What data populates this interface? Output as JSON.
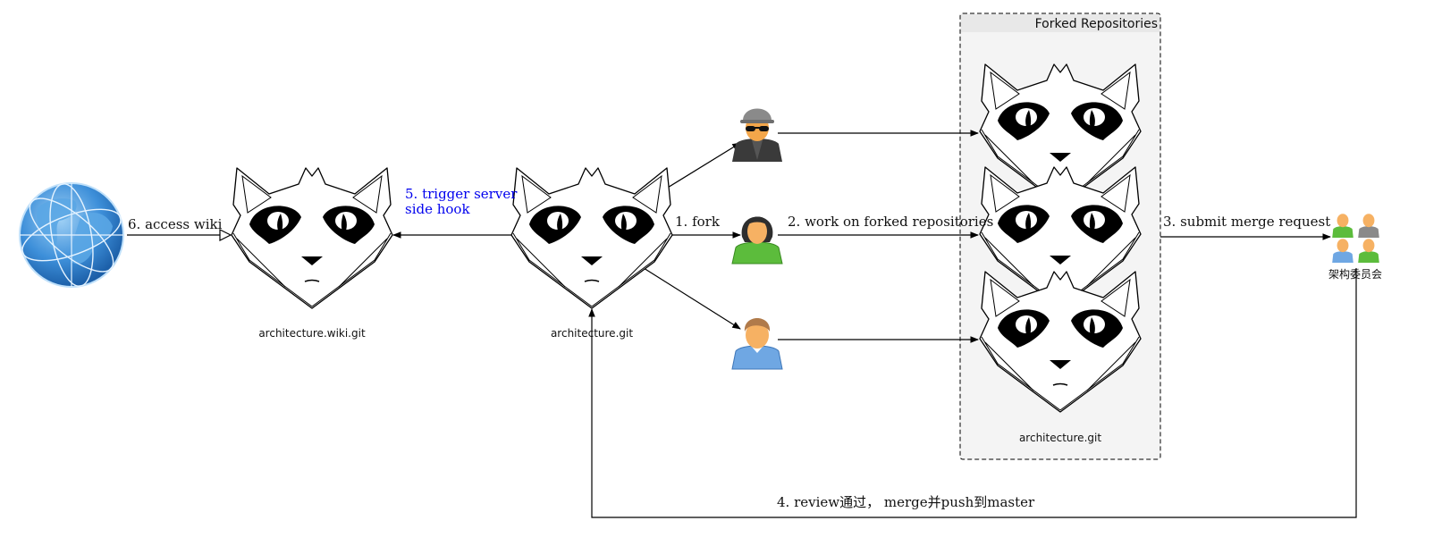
{
  "colors": {
    "hook_label": "#0000ee",
    "globe_blue": "#3d8fd9",
    "group_fill": "#f4f4f4"
  },
  "forked_group": {
    "title": "Forked Repositories",
    "repo_label": "architecture.git"
  },
  "nodes": {
    "globe": {
      "icon": "globe-icon"
    },
    "wiki_repo": {
      "icon": "gitlab-cat-icon",
      "label": "architecture.wiki.git"
    },
    "main_repo": {
      "icon": "gitlab-cat-icon",
      "label": "architecture.git"
    },
    "developers": [
      {
        "icon": "spy-user-icon"
      },
      {
        "icon": "female-user-icon"
      },
      {
        "icon": "male-user-icon"
      }
    ],
    "committee": {
      "icon": "user-group-icon",
      "label": "架构委员会"
    }
  },
  "edges": {
    "fork": "1. fork",
    "work": "2. work on forked repositories",
    "submit": "3. submit merge request",
    "review": "4. review通过， merge并push到master",
    "trigger_line1": "5. trigger server",
    "trigger_line2": "side hook",
    "access": "6. access wiki"
  }
}
